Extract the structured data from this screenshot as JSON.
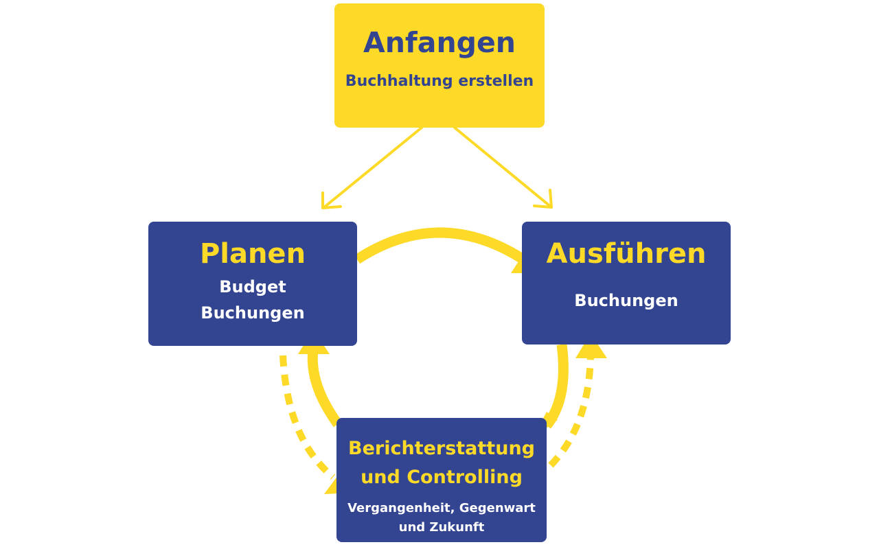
{
  "colors": {
    "yellow": "#fdd928",
    "navy": "#334491",
    "white": "#ffffff"
  },
  "nodes": {
    "start": {
      "title": "Anfangen",
      "lines": [
        "Buchhaltung erstellen"
      ]
    },
    "plan": {
      "title": "Planen",
      "lines": [
        "Budget",
        "Buchungen"
      ]
    },
    "execute": {
      "title": "Ausführen",
      "lines": [
        "Buchungen"
      ]
    },
    "report": {
      "title_lines": [
        "Berichterstattung",
        "und Controlling"
      ],
      "lines": [
        "Vergangenheit, Gegenwart",
        "und Zukunft"
      ]
    }
  }
}
